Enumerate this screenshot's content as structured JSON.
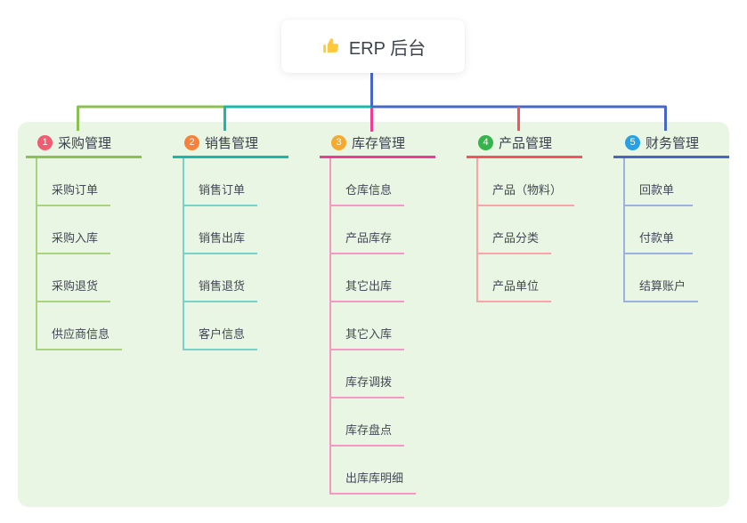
{
  "root": {
    "label": "ERP 后台",
    "icon": "thumbs-up-icon",
    "icon_color": "#FFC83D"
  },
  "panel": {
    "background": "#EAF6E4"
  },
  "stem_color": "#4767C6",
  "branches": [
    {
      "num": "1",
      "label": "采购管理",
      "badge_color": "#F25B70",
      "line_color": "#8BC152",
      "light_color": "#A9D37F",
      "children": [
        "采购订单",
        "采购入库",
        "采购退货",
        "供应商信息"
      ]
    },
    {
      "num": "2",
      "label": "销售管理",
      "badge_color": "#F5813C",
      "line_color": "#19B8AC",
      "light_color": "#79D2CA",
      "children": [
        "销售订单",
        "销售出库",
        "销售退货",
        "客户信息"
      ]
    },
    {
      "num": "3",
      "label": "库存管理",
      "badge_color": "#F7A92D",
      "line_color": "#ED3B97",
      "light_color": "#F598C6",
      "children": [
        "仓库信息",
        "产品库存",
        "其它出库",
        "其它入库",
        "库存调拨",
        "库存盘点",
        "出库库明细"
      ]
    },
    {
      "num": "4",
      "label": "产品管理",
      "badge_color": "#34B44A",
      "line_color": "#F4555C",
      "light_color": "#F9A4A8",
      "children": [
        "产品（物料）",
        "产品分类",
        "产品单位"
      ]
    },
    {
      "num": "5",
      "label": "财务管理",
      "badge_color": "#28A0E5",
      "line_color": "#4767C6",
      "light_color": "#9DB1E0",
      "children": [
        "回款单",
        "付款单",
        "结算账户"
      ]
    }
  ]
}
